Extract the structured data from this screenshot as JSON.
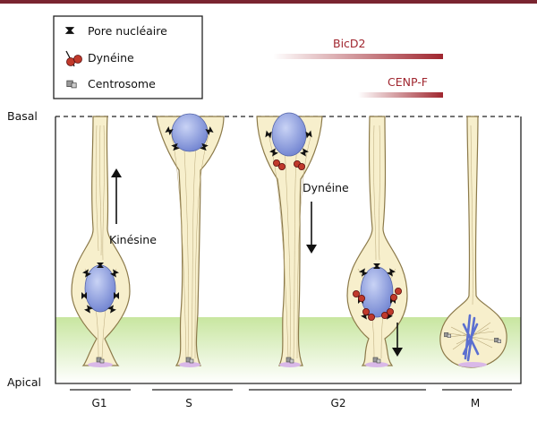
{
  "legend": {
    "pore": "Pore nucléaire",
    "dynein": "Dynéine",
    "centrosome": "Centrosome"
  },
  "bars": {
    "bicd2": "BicD2",
    "cenpf": "CENP-F"
  },
  "axis": {
    "basal": "Basal",
    "apical": "Apical"
  },
  "phases": [
    "G1",
    "S",
    "G2",
    "M"
  ],
  "annotations": {
    "kinesin": "Kinésine",
    "dynein_arrow": "Dynéine"
  },
  "colors": {
    "top_rule": "#7a2530",
    "red_bar": "#a0262f",
    "cell_fill": "#f7efcc",
    "cell_stroke": "#8c7a4a",
    "nucleus": "#7c8fd6",
    "apical_band": "#c8e6a0",
    "dynein_red": "#c0392b",
    "chromosome": "#5b6fd0"
  }
}
